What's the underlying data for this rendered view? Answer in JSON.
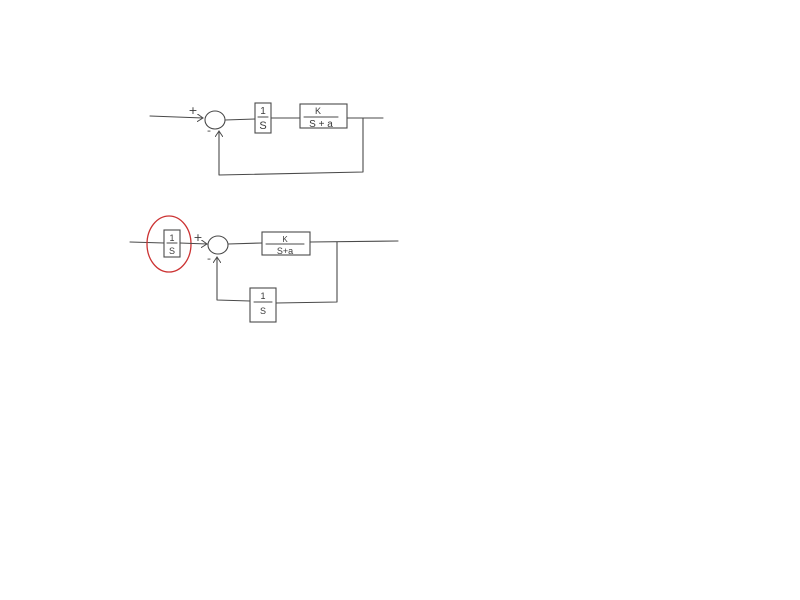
{
  "diagram_top": {
    "sum_plus": "+",
    "sum_minus": "-",
    "integrator": {
      "numerator": "1",
      "denominator": "S"
    },
    "plant": {
      "numerator": "K",
      "denominator": "S + a"
    }
  },
  "diagram_bottom": {
    "sum_plus": "+",
    "sum_minus": "-",
    "prefilter": {
      "numerator": "1",
      "denominator": "S"
    },
    "plant": {
      "numerator": "K",
      "denominator": "S+a"
    },
    "feedback": {
      "numerator": "1",
      "denominator": "S"
    }
  },
  "colors": {
    "ink": "#4a4a4a",
    "highlight": "#cc3333",
    "background": "#ffffff"
  }
}
